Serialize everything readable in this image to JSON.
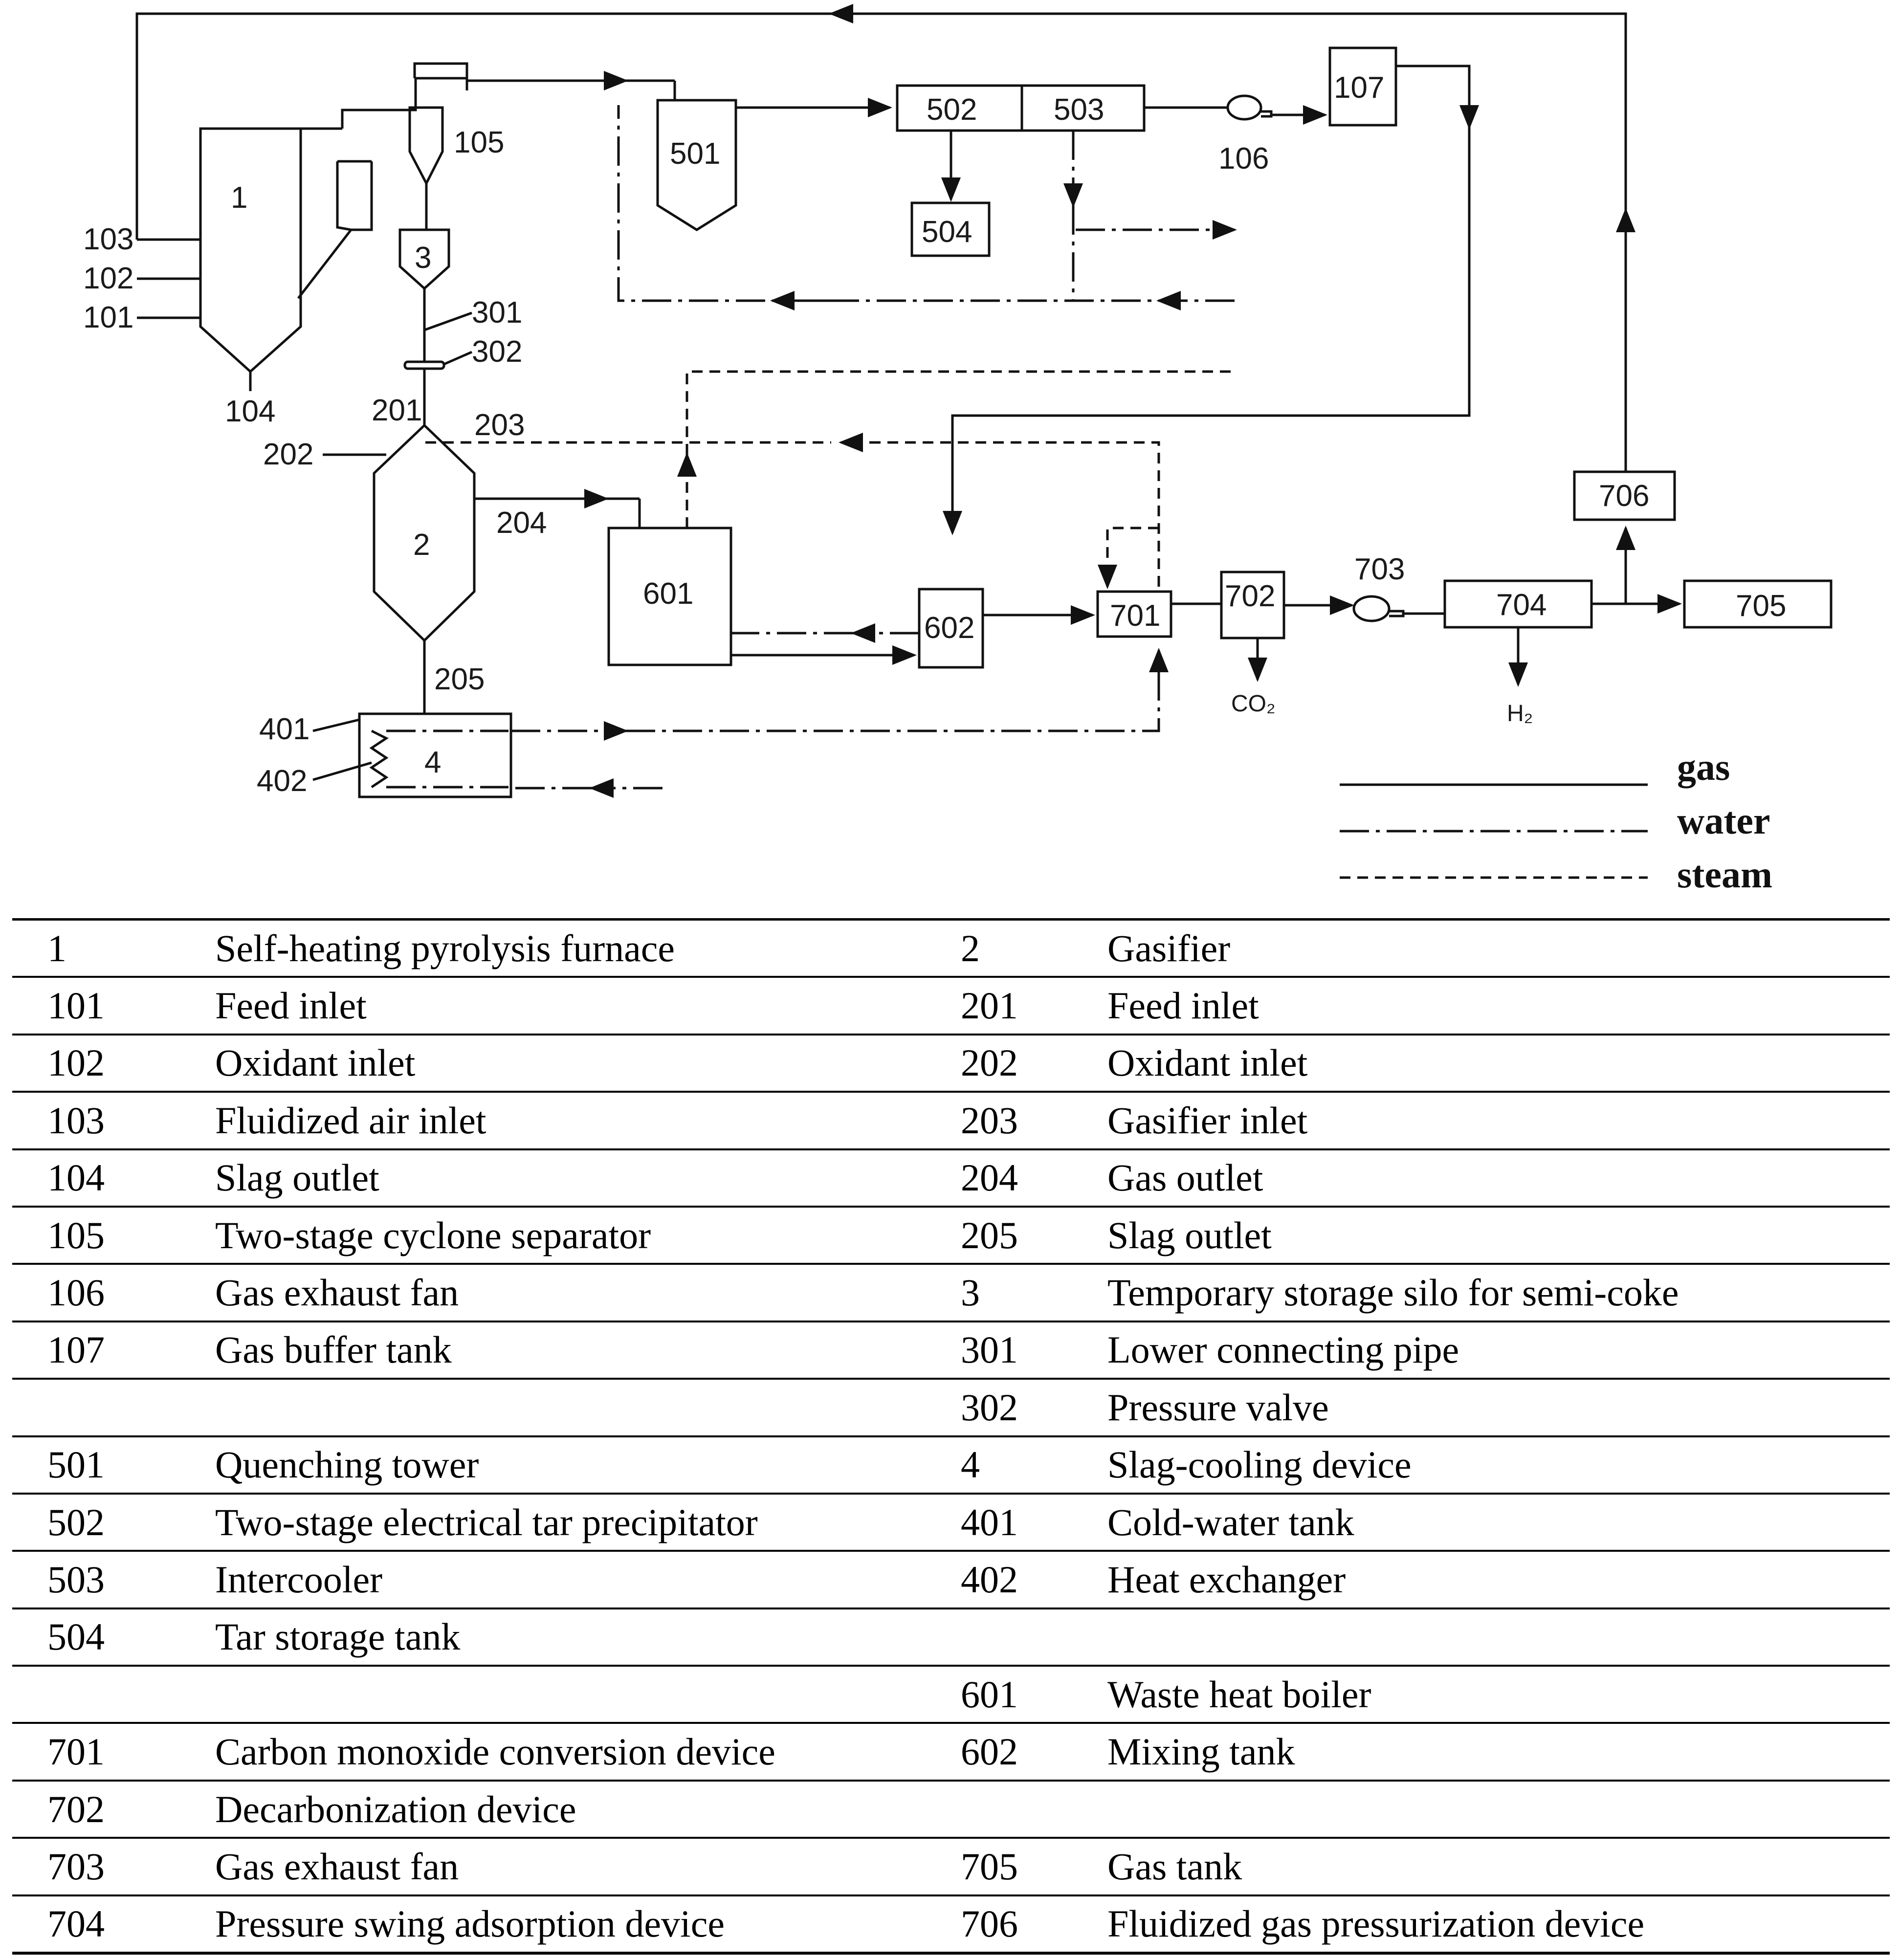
{
  "diagram": {
    "unit_labels": {
      "u1": "1",
      "u2": "2",
      "u3": "3",
      "u4": "4",
      "u101": "101",
      "u102": "102",
      "u103": "103",
      "u104": "104",
      "u105": "105",
      "u106": "106",
      "u107": "107",
      "u201": "201",
      "u202": "202",
      "u203": "203",
      "u204": "204",
      "u205": "205",
      "u301": "301",
      "u302": "302",
      "u401": "401",
      "u402": "402",
      "u501": "501",
      "u502": "502",
      "u503": "503",
      "u504": "504",
      "u601": "601",
      "u602": "602",
      "u701": "701",
      "u702": "702",
      "u703": "703",
      "u704": "704",
      "u705": "705",
      "u706": "706",
      "co2": "CO₂",
      "h2": "H₂"
    },
    "legend": {
      "gas": "gas",
      "water": "water",
      "steam": "steam"
    }
  },
  "table": {
    "rows": [
      [
        "1",
        "Self-heating pyrolysis furnace",
        "2",
        "Gasifier"
      ],
      [
        "101",
        "Feed inlet",
        "201",
        "Feed inlet"
      ],
      [
        "102",
        "Oxidant inlet",
        "202",
        "Oxidant inlet"
      ],
      [
        "103",
        "Fluidized air inlet",
        "203",
        "Gasifier inlet"
      ],
      [
        "104",
        "Slag outlet",
        "204",
        "Gas outlet"
      ],
      [
        "105",
        "Two-stage cyclone separator",
        "205",
        "Slag outlet"
      ],
      [
        "106",
        "Gas exhaust fan",
        "3",
        "Temporary storage silo for semi-coke"
      ],
      [
        "107",
        "Gas buffer tank",
        "301",
        "Lower connecting pipe"
      ],
      [
        "",
        "",
        "302",
        "Pressure valve"
      ],
      [
        "501",
        "Quenching tower",
        "4",
        "Slag-cooling device"
      ],
      [
        "502",
        "Two-stage electrical tar precipitator",
        "401",
        "Cold-water tank"
      ],
      [
        "503",
        "Intercooler",
        "402",
        "Heat exchanger"
      ],
      [
        "504",
        "Tar storage tank",
        "",
        ""
      ],
      [
        "",
        "",
        "601",
        "Waste heat boiler"
      ],
      [
        "701",
        "Carbon monoxide conversion device",
        "602",
        "Mixing tank"
      ],
      [
        "702",
        "Decarbonization device",
        "",
        ""
      ],
      [
        "703",
        "Gas exhaust fan",
        "705",
        "Gas tank"
      ],
      [
        "704",
        "Pressure swing adsorption device",
        "706",
        "Fluidized gas pressurization device"
      ]
    ]
  }
}
